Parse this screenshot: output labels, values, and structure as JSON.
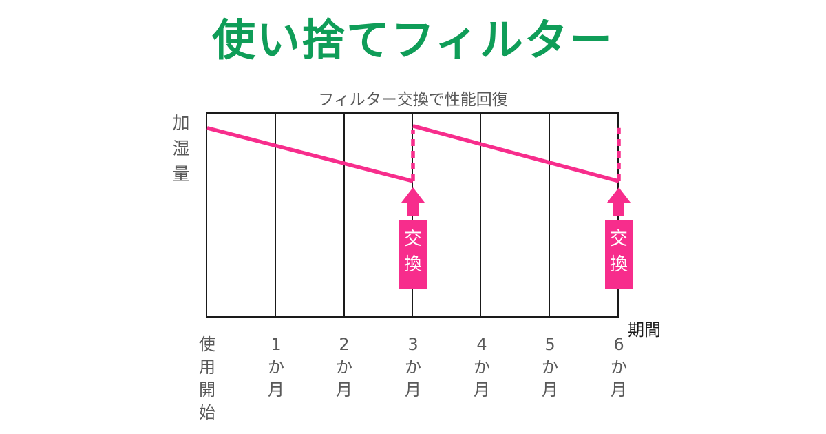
{
  "page": {
    "title": "使い捨てフィルター"
  },
  "colors": {
    "title_green": "#0F9D58",
    "line_pink": "#F72D8C",
    "label_gray": "#595959",
    "axis_black": "#1A1A1A"
  },
  "chart_data": {
    "type": "line",
    "title": "フィルター交換で性能回復",
    "xlabel": "期間",
    "ylabel": "加湿量",
    "x_ticks": [
      "使用開始",
      "1か月",
      "2か月",
      "3か月",
      "4か月",
      "5か月",
      "6か月"
    ],
    "x_range_months": [
      0,
      6
    ],
    "ylim": [
      0,
      1
    ],
    "grid": "vertical-only",
    "legend": "none",
    "series": [
      {
        "style": "solid",
        "x": [
          0,
          3
        ],
        "y": [
          0.93,
          0.67
        ]
      },
      {
        "style": "dashed",
        "x": [
          3,
          3
        ],
        "y": [
          0.67,
          0.92
        ]
      },
      {
        "style": "solid",
        "x": [
          3,
          6
        ],
        "y": [
          0.94,
          0.67
        ]
      },
      {
        "style": "dashed",
        "x": [
          6,
          6
        ],
        "y": [
          0.67,
          0.93
        ]
      }
    ],
    "annotations": [
      {
        "label": "交換",
        "x": 3
      },
      {
        "label": "交換",
        "x": 6
      }
    ]
  }
}
